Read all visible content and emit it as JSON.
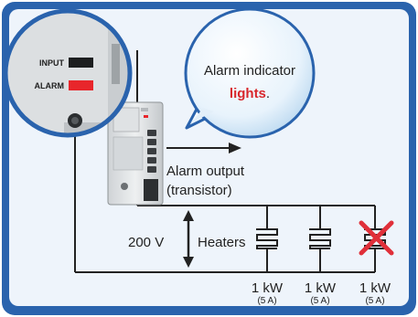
{
  "device_panel": {
    "input_label": "INPUT",
    "alarm_label": "ALARM"
  },
  "callout": {
    "line1": "Alarm indicator",
    "line2_emphasis": "lights",
    "line2_tail": "."
  },
  "alarm_output": {
    "line1": "Alarm output",
    "line2": "(transistor)"
  },
  "supply": {
    "voltage_label": "200 V",
    "heaters_label": "Heaters"
  },
  "heaters": [
    {
      "power": "1 kW",
      "current": "(5 A)",
      "failed": false
    },
    {
      "power": "1 kW",
      "current": "(5 A)",
      "failed": false
    },
    {
      "power": "1 kW",
      "current": "(5 A)",
      "failed": true
    }
  ],
  "colors": {
    "frame_blue": "#2a63ad",
    "panel_fill": "#eef4fb",
    "alarm_red": "#e8262b",
    "text_red": "#d8262b",
    "failure_x": "#e0303a"
  }
}
